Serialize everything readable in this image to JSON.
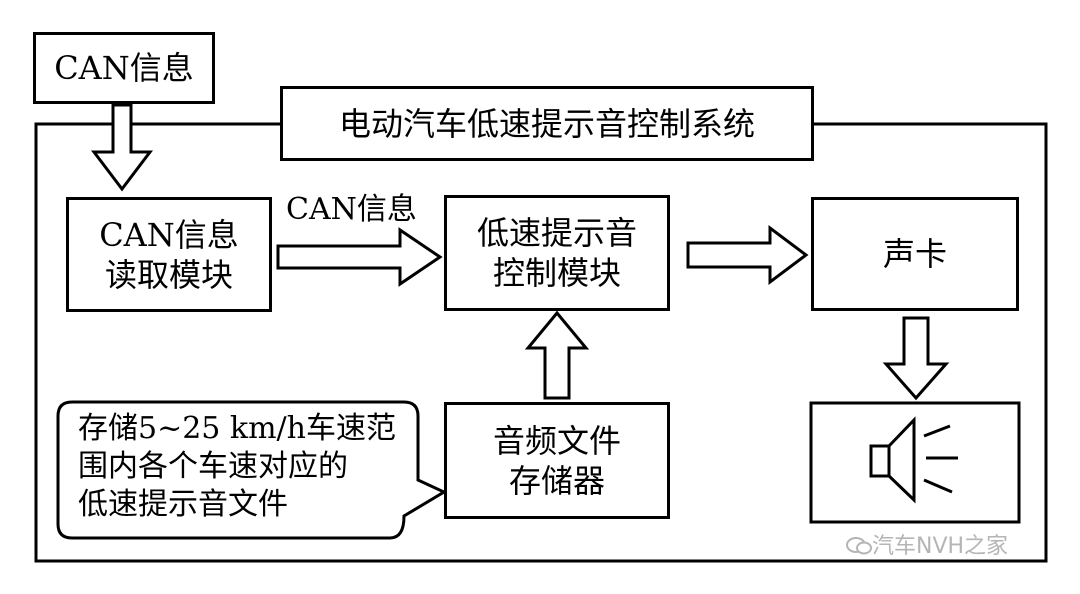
{
  "external_input": "CAN信息",
  "system_title": "电动汽车低速提示音控制系统",
  "modules": {
    "can_reader": "CAN信息\n读取模块",
    "controller": "低速提示音\n控制模块",
    "sound_card": "声卡",
    "audio_storage": "音频文件\n存储器"
  },
  "arrow_label": "CAN信息",
  "note": "存储5~25 km/h车速范\n围内各个车速对应的\n低速提示音文件",
  "speaker_icon": "speaker-icon",
  "watermark": "汽车NVH之家"
}
